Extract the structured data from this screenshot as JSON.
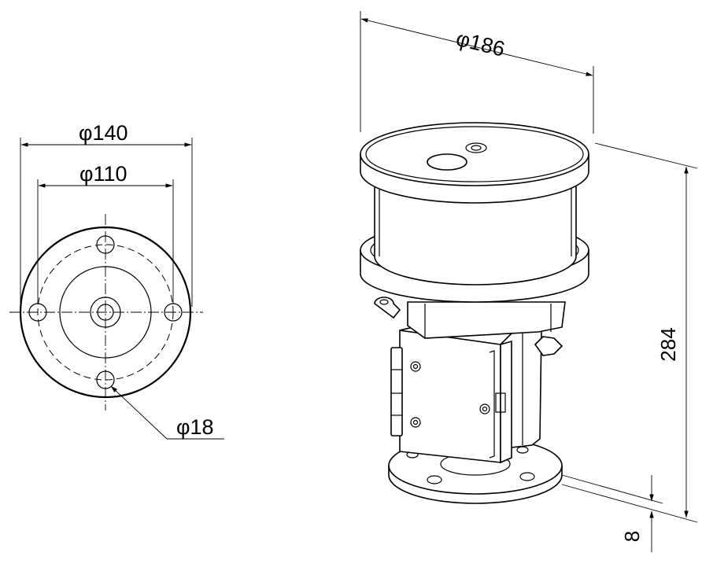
{
  "dimensions": {
    "outer_diameter": "φ140",
    "pcd_diameter": "φ110",
    "hole_diameter": "φ18",
    "head_diameter": "φ186",
    "height": "284",
    "base_thickness": "8"
  }
}
